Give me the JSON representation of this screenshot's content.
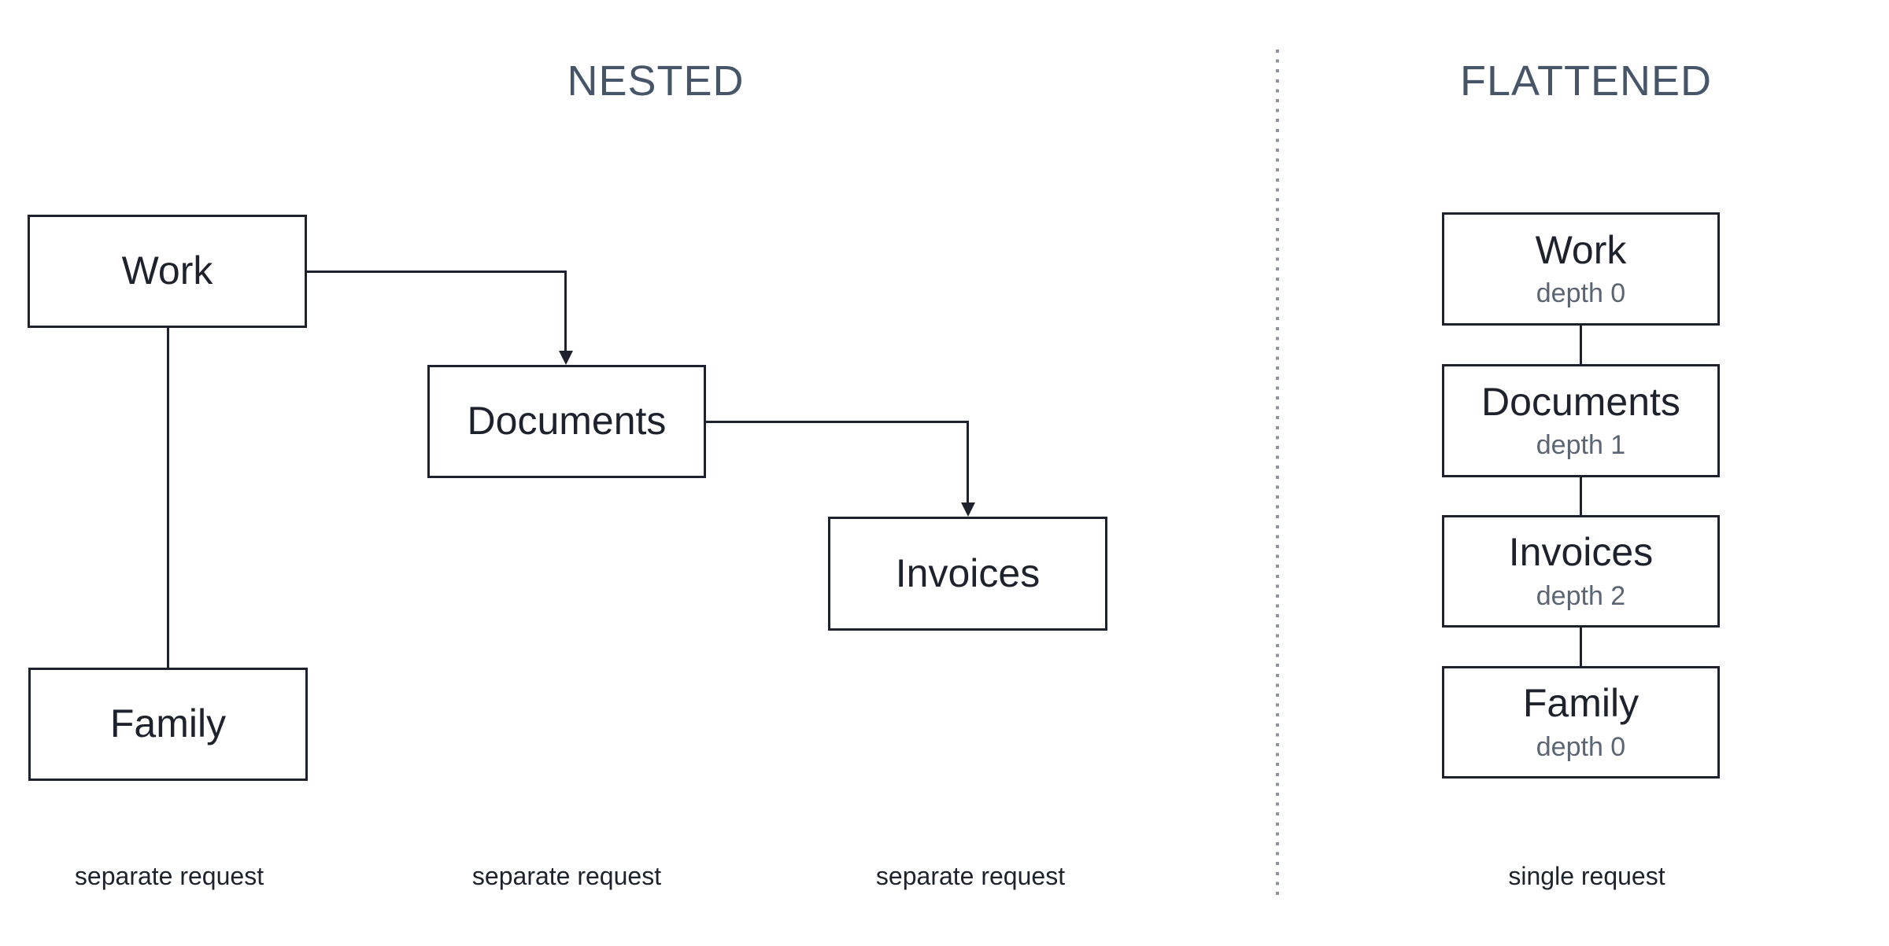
{
  "titles": {
    "nested": "NESTED",
    "flattened": "FLATTENED"
  },
  "nested": {
    "nodes": [
      {
        "label": "Work"
      },
      {
        "label": "Documents"
      },
      {
        "label": "Invoices"
      },
      {
        "label": "Family"
      }
    ],
    "captions": [
      "separate request",
      "separate request",
      "separate request"
    ]
  },
  "flattened": {
    "nodes": [
      {
        "label": "Work",
        "depth": "depth 0"
      },
      {
        "label": "Documents",
        "depth": "depth 1"
      },
      {
        "label": "Invoices",
        "depth": "depth 2"
      },
      {
        "label": "Family",
        "depth": "depth 0"
      }
    ],
    "caption": "single request"
  },
  "colors": {
    "ink": "#1d222c",
    "title": "#475569",
    "muted": "#5b6472",
    "divider": "#8e939c",
    "bg": "#ffffff"
  }
}
